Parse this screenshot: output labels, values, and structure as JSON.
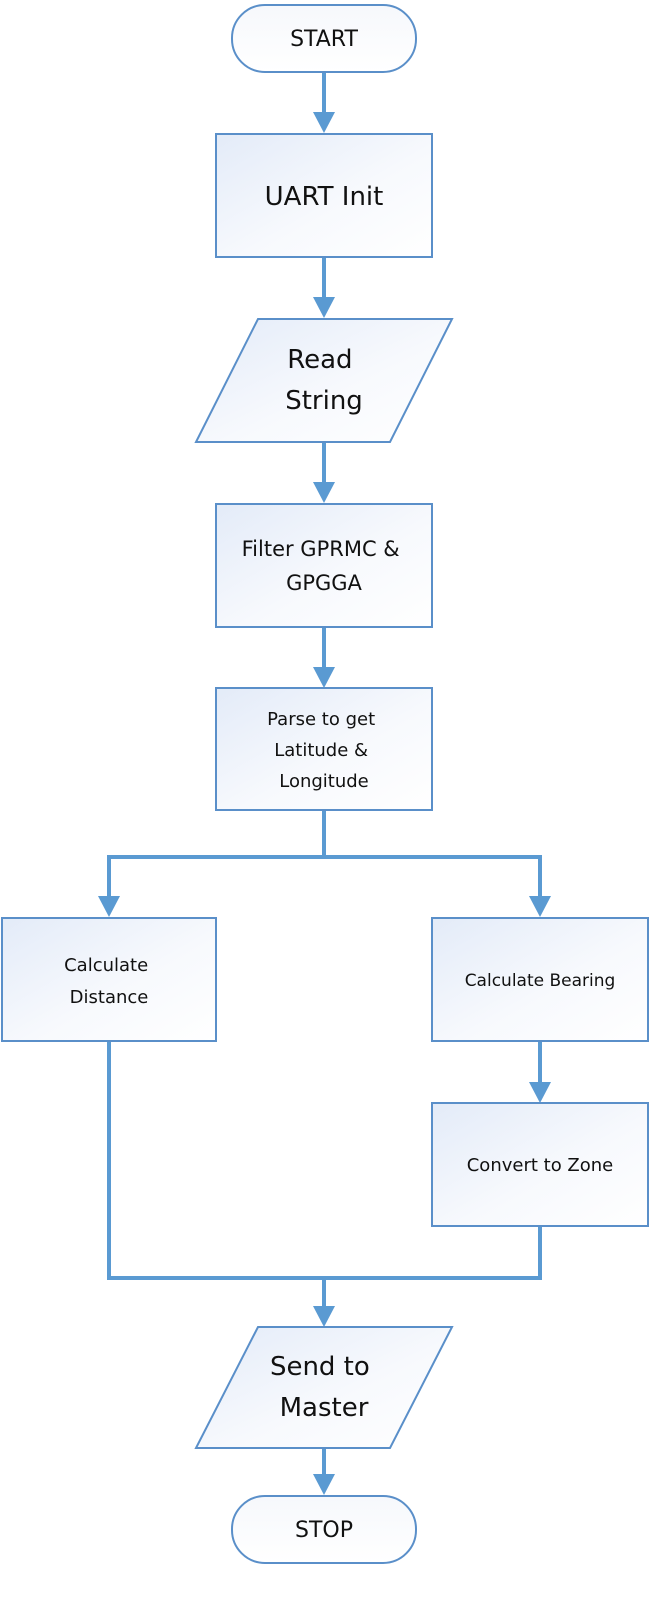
{
  "diagram": {
    "type": "flowchart",
    "colors": {
      "connector": "#5a9ad2",
      "shape_border": "#5a8fc9",
      "shape_fill_light": "#ffffff",
      "shape_fill_tint": "#e6eefa",
      "text": "#111111"
    },
    "nodes": [
      {
        "id": "start",
        "shape": "terminator",
        "lines": [
          "START"
        ]
      },
      {
        "id": "uart_init",
        "shape": "process",
        "lines": [
          "UART Init"
        ]
      },
      {
        "id": "read_string",
        "shape": "data",
        "lines": [
          "Read",
          "String"
        ]
      },
      {
        "id": "filter",
        "shape": "process",
        "lines": [
          "Filter GPRMC &",
          "GPGGA"
        ]
      },
      {
        "id": "parse",
        "shape": "process",
        "lines": [
          "Parse to get",
          "Latitude &",
          "Longitude"
        ]
      },
      {
        "id": "calc_distance",
        "shape": "process",
        "lines": [
          "Calculate",
          "Distance"
        ]
      },
      {
        "id": "calc_bearing",
        "shape": "process",
        "lines": [
          "Calculate Bearing"
        ]
      },
      {
        "id": "convert_zone",
        "shape": "process",
        "lines": [
          "Convert to Zone"
        ]
      },
      {
        "id": "send_master",
        "shape": "data",
        "lines": [
          "Send to",
          "Master"
        ]
      },
      {
        "id": "stop",
        "shape": "terminator",
        "lines": [
          "STOP"
        ]
      }
    ],
    "edges": [
      {
        "from": "start",
        "to": "uart_init"
      },
      {
        "from": "uart_init",
        "to": "read_string"
      },
      {
        "from": "read_string",
        "to": "filter"
      },
      {
        "from": "filter",
        "to": "parse"
      },
      {
        "from": "parse",
        "to": "calc_distance"
      },
      {
        "from": "parse",
        "to": "calc_bearing"
      },
      {
        "from": "calc_bearing",
        "to": "convert_zone"
      },
      {
        "from": "calc_distance",
        "to": "send_master"
      },
      {
        "from": "convert_zone",
        "to": "send_master"
      },
      {
        "from": "send_master",
        "to": "stop"
      }
    ]
  }
}
